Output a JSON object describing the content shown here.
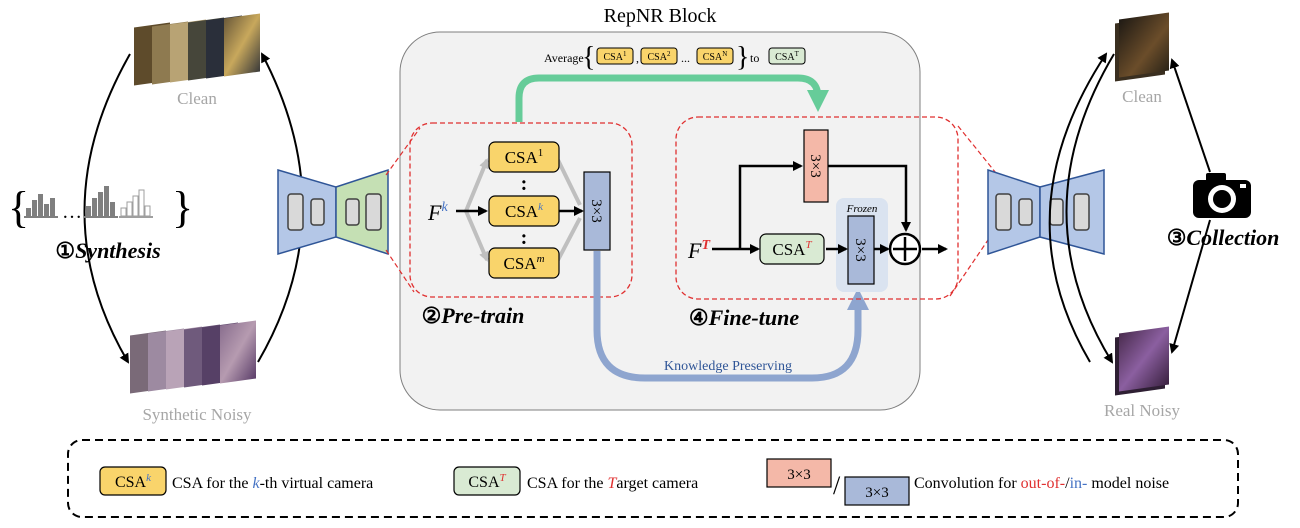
{
  "block_title": "RepNR Block",
  "average": {
    "prefix": "Average",
    "csa1": "CSA",
    "csa1_sup": "1",
    "csa2": "CSA",
    "csa2_sup": "2",
    "dots": "...",
    "csaN": "CSA",
    "csaN_sup": "N",
    "to": "to",
    "csaT": "CSA",
    "csaT_sup": "T"
  },
  "left": {
    "clean_label": "Clean",
    "noisy_label": "Synthetic Noisy",
    "step_num": "①",
    "step_text": "Synthesis"
  },
  "right": {
    "clean_label": "Clean",
    "noisy_label": "Real Noisy",
    "step_num": "③",
    "step_text": "Collection"
  },
  "pretrain": {
    "input_var": "F",
    "input_sup": "k",
    "csa_top": "CSA",
    "csa_top_sup": "1",
    "csa_mid": "CSA",
    "csa_mid_sup": "k",
    "csa_bot": "CSA",
    "csa_bot_sup": "m",
    "dots": ":",
    "conv": "3×3",
    "step_num": "②",
    "step_text": "Pre-train"
  },
  "finetune": {
    "input_var": "F",
    "input_sup": "T",
    "csa": "CSA",
    "csa_sup": "T",
    "conv_out": "3×3",
    "conv_in": "3×3",
    "frozen": "Frozen",
    "plus": "+",
    "step_num": "④",
    "step_text": "Fine-tune"
  },
  "knowledge_label": "Knowledge Preserving",
  "legend": {
    "csak_main": "CSA",
    "csak_sup": "k",
    "csak_desc_pre": "CSA for the ",
    "csak_desc_k": "k",
    "csak_desc_post": "-th virtual camera",
    "csat_main": "CSA",
    "csat_sup": "T",
    "csat_desc_pre": "CSA for the ",
    "csat_desc_t": "T",
    "csat_desc_post": "arget camera",
    "conv_red": "3×3",
    "slash": "/",
    "conv_blue": "3×3",
    "conv_desc_pre": "Convolution for ",
    "conv_desc_out": "out-of-",
    "conv_desc_sep": "/",
    "conv_desc_in": "in-",
    "conv_desc_post": " model noise"
  },
  "colors": {
    "csa_yellow": "#f9d46b",
    "csa_green": "#d9ead3",
    "conv_red": "#f4b8a8",
    "conv_blue": "#a9b9d9",
    "enc_blue": "#b4c7e7",
    "dec_green": "#c5e0b4",
    "arrow_green": "#66cc99",
    "arrow_blue": "#8ea5cf",
    "red_accent": "#e03030",
    "blue_accent": "#4472c4",
    "panel_gray": "#f2f2f2"
  }
}
